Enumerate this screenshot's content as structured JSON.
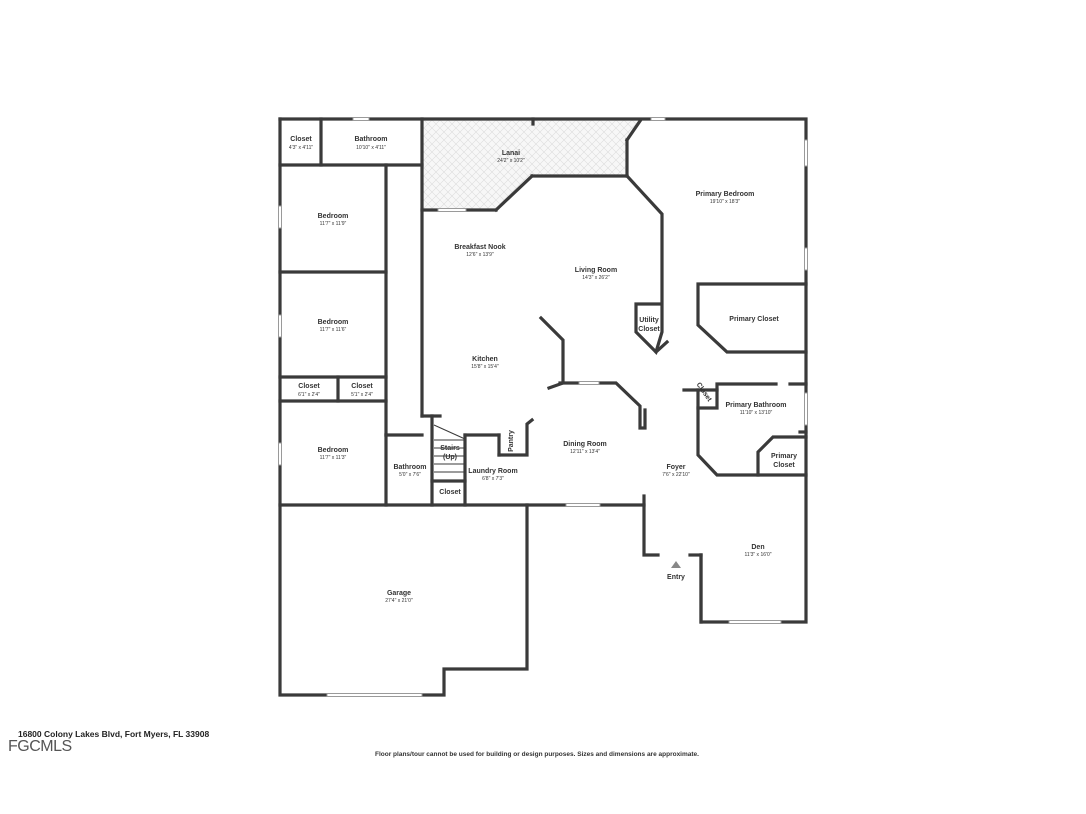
{
  "footer": {
    "address": "16800 Colony Lakes Blvd, Fort Myers, FL 33908",
    "disclaimer": "Floor plans/tour cannot be used for building or design purposes. Sizes and dimensions are approximate.",
    "logo": "FGCMLS"
  },
  "rooms": {
    "closet_top": {
      "name": "Closet",
      "dim": "4'3\" x 4'11\""
    },
    "bathroom_top": {
      "name": "Bathroom",
      "dim": "10'10\" x 4'11\""
    },
    "lanai": {
      "name": "Lanai",
      "dim": "24'2\" x 10'2\""
    },
    "primary_bedroom": {
      "name": "Primary Bedroom",
      "dim": "19'10\" x 18'3\""
    },
    "bedroom_1": {
      "name": "Bedroom",
      "dim": "11'7\" x 11'9\""
    },
    "breakfast_nook": {
      "name": "Breakfast Nook",
      "dim": "12'6\" x 13'9\""
    },
    "living_room": {
      "name": "Living Room",
      "dim": "14'3\" x 26'2\""
    },
    "bedroom_2": {
      "name": "Bedroom",
      "dim": "11'7\" x 11'6\""
    },
    "utility_closet": {
      "line1": "Utility",
      "line2": "Closet"
    },
    "primary_closet": {
      "name": "Primary Closet"
    },
    "kitchen": {
      "name": "Kitchen",
      "dim": "15'8\" x 15'4\""
    },
    "closet_a": {
      "name": "Closet",
      "dim": "6'1\" x 2'4\""
    },
    "closet_b": {
      "name": "Closet",
      "dim": "5'1\" x 2'4\""
    },
    "closet_diag": {
      "name": "Closet"
    },
    "primary_bathroom": {
      "name": "Primary Bathroom",
      "dim": "11'10\" x 13'10\""
    },
    "pantry": {
      "name": "Pantry"
    },
    "stairs": {
      "line1": "Stairs",
      "line2": "(Up)"
    },
    "dining_room": {
      "name": "Dining Room",
      "dim": "12'11\" x 13'4\""
    },
    "bedroom_3": {
      "name": "Bedroom",
      "dim": "11'7\" x 11'3\""
    },
    "primary_closet_small": {
      "line1": "Primary",
      "line2": "Closet"
    },
    "bathroom_small": {
      "name": "Bathroom",
      "dim": "5'0\" x 7'6\""
    },
    "laundry_room": {
      "name": "Laundry Room",
      "dim": "6'8\" x 7'3\""
    },
    "foyer": {
      "name": "Foyer",
      "dim": "7'6\" x 22'10\""
    },
    "closet_small": {
      "name": "Closet"
    },
    "den": {
      "name": "Den",
      "dim": "11'3\" x 16'0\""
    },
    "entry": {
      "name": "Entry"
    },
    "garage": {
      "name": "Garage",
      "dim": "27'4\" x 21'0\""
    }
  }
}
